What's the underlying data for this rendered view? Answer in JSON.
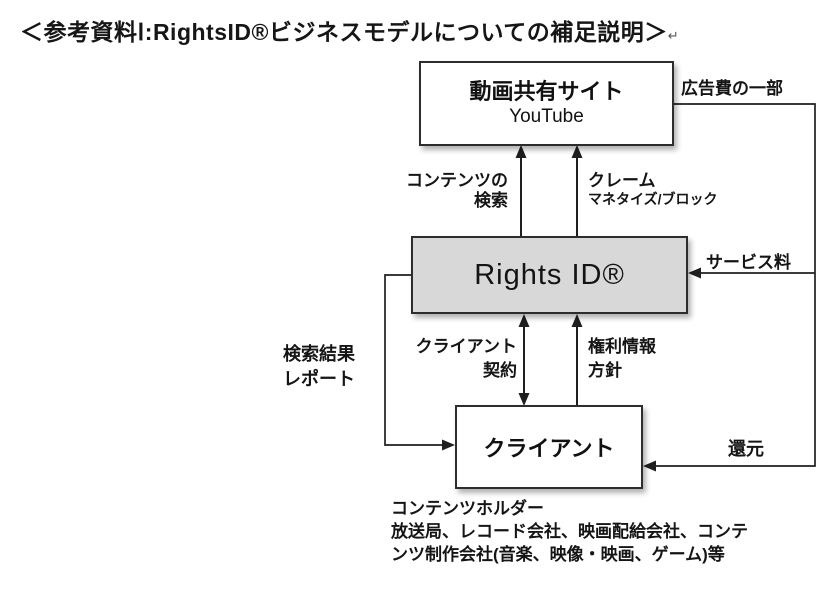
{
  "page": {
    "title": "＜参考資料Ⅰ:RightsID®ビジネスモデルについての補足説明＞",
    "paragraph_mark": "↵"
  },
  "colors": {
    "line": "#1f1f1f",
    "rights_box_fill": "#d8d8d8",
    "text": "#151515"
  },
  "nodes": {
    "video_site": {
      "title": "動画共有サイト",
      "subtitle": "YouTube"
    },
    "rights_id": {
      "label": "Rights ID®"
    },
    "client": {
      "label": "クライアント"
    }
  },
  "labels": {
    "ad_fee": "広告費の一部",
    "content_search": {
      "line1": "コンテンツの",
      "line2": "検索"
    },
    "claim": {
      "line1": "クレーム",
      "line2": "マネタイズ/ブロック"
    },
    "service_fee": "サービス料",
    "search_report": {
      "line1": "検索結果",
      "line2": "レポート"
    },
    "client_contract": {
      "line1": "クライアント",
      "line2": "契約"
    },
    "rights_policy": {
      "line1": "権利情報",
      "line2": "方針"
    },
    "return_label": "還元",
    "content_holder": {
      "line1": "コンテンツホルダー",
      "line2": "放送局、レコード会社、映画配給会社、コンテ",
      "line3": "ンツ制作会社(音楽、映像・映画、ゲーム)等"
    }
  }
}
